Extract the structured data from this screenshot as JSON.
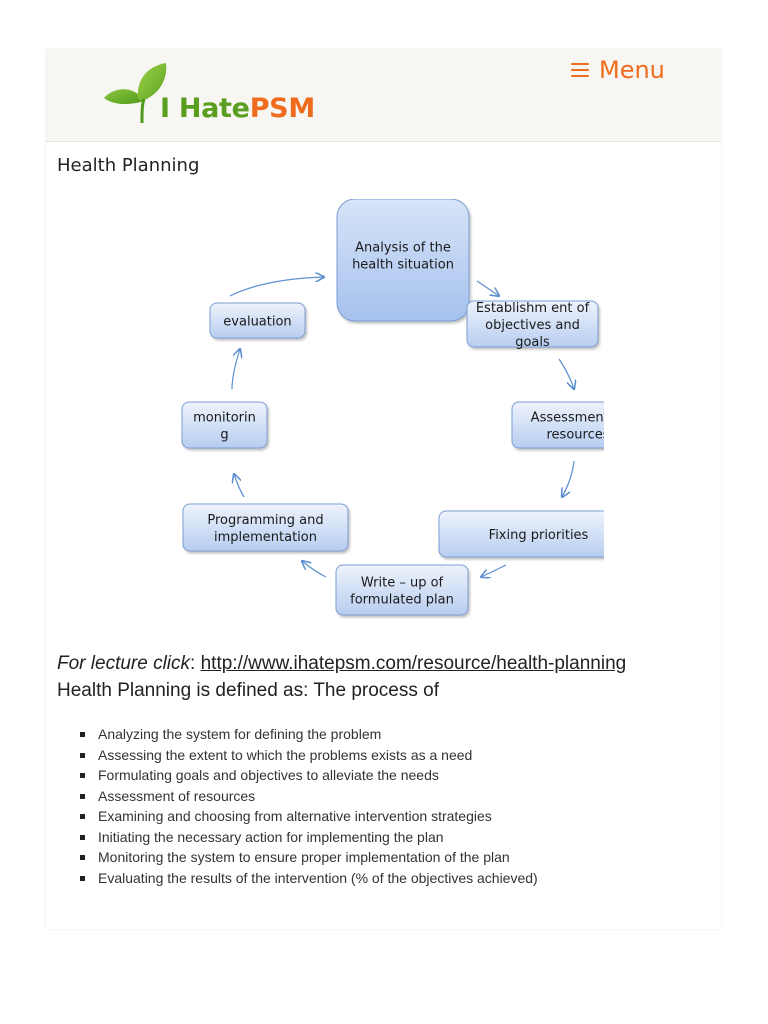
{
  "header": {
    "logo_text_1": "I Hate",
    "logo_text_2": "PSM",
    "menu_label": "Menu",
    "colors": {
      "brand_green": "#5a9e1f",
      "brand_orange": "#ef6c1e",
      "header_bg": "#f7f6f2"
    },
    "icons": [
      "leaf-logo-icon",
      "hamburger-icon"
    ]
  },
  "page": {
    "title": "Health Planning"
  },
  "diagram": {
    "nodes": [
      {
        "id": "analysis",
        "lines": [
          "Analysis of the",
          "health situation"
        ]
      },
      {
        "id": "objectives",
        "lines": [
          "Establishm ent of",
          "objectives and",
          "goals"
        ]
      },
      {
        "id": "resources",
        "lines": [
          "Assessment of",
          "resources"
        ]
      },
      {
        "id": "priorities",
        "lines": [
          "Fixing priorities"
        ]
      },
      {
        "id": "writeup",
        "lines": [
          "Write – up of",
          "formulated plan"
        ]
      },
      {
        "id": "programming",
        "lines": [
          "Programming and",
          "implementation"
        ]
      },
      {
        "id": "monitoring",
        "lines": [
          "monitorin",
          "g"
        ]
      },
      {
        "id": "evaluation",
        "lines": [
          "evaluation"
        ]
      }
    ]
  },
  "content": {
    "lecture_prefix": "For lecture click",
    "lecture_colon": ":",
    "lecture_link": "http://www.ihatepsm.com/resource/health-planning",
    "definition": "Health Planning is defined as: The process of",
    "bullets": [
      "Analyzing the system for defining the problem",
      "Assessing the extent to which the problems exists as a need",
      "Formulating goals and objectives to alleviate the needs",
      "Assessment of resources",
      "Examining and choosing from alternative intervention strategies",
      "Initiating the necessary action for implementing the plan",
      "Monitoring the system to ensure proper implementation of the plan",
      "Evaluating the results of the intervention (% of the objectives achieved)"
    ]
  }
}
